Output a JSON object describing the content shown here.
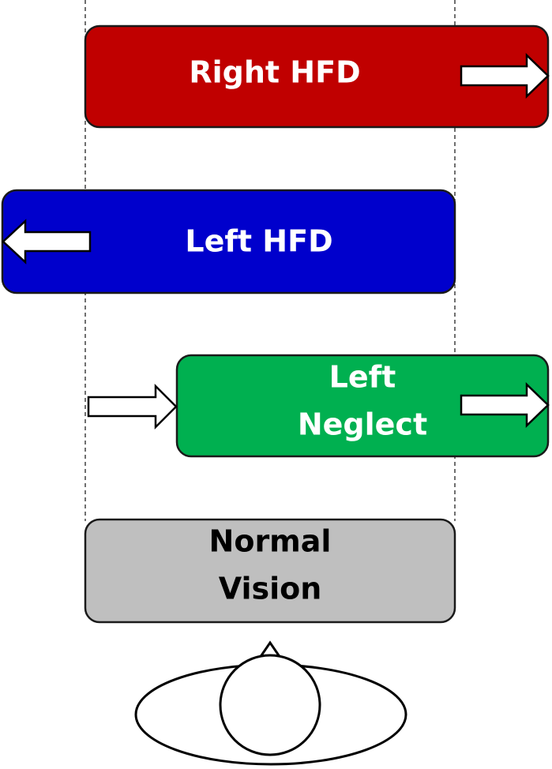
{
  "boxes": {
    "right_hfd": {
      "label": "Right HFD",
      "color": "#c00000",
      "text_color": "#ffffff"
    },
    "left_hfd": {
      "label": "Left HFD",
      "color": "#0000cc",
      "text_color": "#ffffff"
    },
    "left_neglect": {
      "line1": "Left",
      "line2": "Neglect",
      "color": "#00b050",
      "text_color": "#ffffff"
    },
    "normal_vision": {
      "line1": "Normal",
      "line2": "Vision",
      "color": "#bfbfbf",
      "text_color": "#000000"
    }
  },
  "arrows": {
    "right_hfd": "right-arrow-icon",
    "left_hfd": "left-arrow-icon",
    "left_neglect_in": "right-arrow-icon",
    "left_neglect_out": "right-arrow-icon"
  },
  "observer": {
    "icon": "head-top-view-icon"
  }
}
